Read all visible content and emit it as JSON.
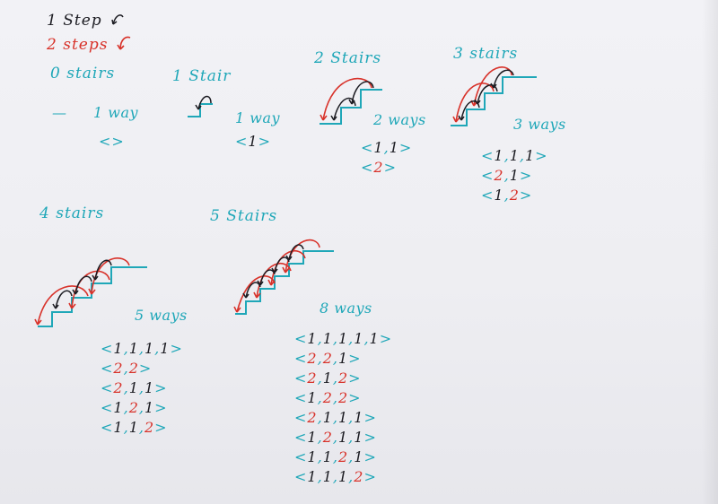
{
  "legend": {
    "one_step": "1 Step",
    "two_steps": "2 steps",
    "colors": {
      "one_step": "#1c1c22",
      "two_steps": "#d8322a",
      "teal": "#1fa7b8"
    }
  },
  "cases": [
    {
      "title": "0 stairs",
      "ways_label": "1 way",
      "dash": "—",
      "sequences": [
        []
      ]
    },
    {
      "title": "1 Stair",
      "ways_label": "1 way",
      "sequences": [
        [
          "1"
        ]
      ]
    },
    {
      "title": "2 Stairs",
      "ways_label": "2 ways",
      "sequences": [
        [
          "1",
          "1"
        ],
        [
          "2"
        ]
      ]
    },
    {
      "title": "3 stairs",
      "ways_label": "3 ways",
      "sequences": [
        [
          "1",
          "1",
          "1"
        ],
        [
          "2",
          "1"
        ],
        [
          "1",
          "2"
        ]
      ]
    },
    {
      "title": "4 stairs",
      "ways_label": "5 ways",
      "sequences": [
        [
          "1",
          "1",
          "1",
          "1"
        ],
        [
          "2",
          "2"
        ],
        [
          "2",
          "1",
          "1"
        ],
        [
          "1",
          "2",
          "1"
        ],
        [
          "1",
          "1",
          "2"
        ]
      ]
    },
    {
      "title": "5 Stairs",
      "ways_label": "8 ways",
      "sequences": [
        [
          "1",
          "1",
          "1",
          "1",
          "1"
        ],
        [
          "2",
          "2",
          "1"
        ],
        [
          "2",
          "1",
          "2"
        ],
        [
          "1",
          "2",
          "2"
        ],
        [
          "2",
          "1",
          "1",
          "1"
        ],
        [
          "1",
          "2",
          "1",
          "1"
        ],
        [
          "1",
          "1",
          "2",
          "1"
        ],
        [
          "1",
          "1",
          "1",
          "2"
        ]
      ]
    }
  ]
}
